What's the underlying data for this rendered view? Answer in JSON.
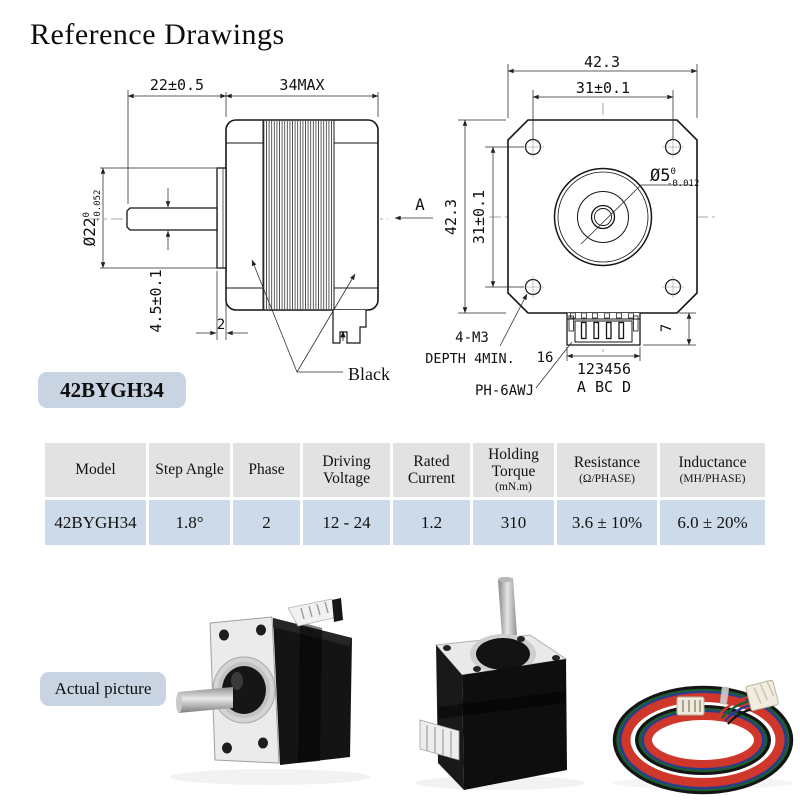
{
  "page": {
    "title": "Reference Drawings"
  },
  "side_view": {
    "shaft_length_dim": "22±0.5",
    "body_length_dim": "34MAX",
    "boss_dia": "Ø22",
    "boss_tol_upper": "0",
    "boss_tol_lower": "-0.052",
    "flat_dim": "4.5±0.1",
    "boss_thickness_dim": "2",
    "section_label": "A",
    "color_label": "Black"
  },
  "front_view": {
    "width_dim": "42.3",
    "hole_spacing_h": "31±0.1",
    "height_dim": "42.3",
    "hole_spacing_v": "31±0.1",
    "shaft_dia": "Ø5",
    "shaft_tol_upper": "0",
    "shaft_tol_lower": "-0.012",
    "screw_label": "4-M3",
    "screw_depth": "DEPTH 4MIN.",
    "connector_width_dim": "16",
    "connector_height_dim": "7",
    "connector_label": "PH-6AWJ",
    "pin_numbers": "123456",
    "pin_letters": "A BC D"
  },
  "model_badge": "42BYGH34",
  "actual_picture_badge": "Actual picture",
  "spec_table": {
    "columns": [
      {
        "label": "Model"
      },
      {
        "label": "Step Angle"
      },
      {
        "label": "Phase"
      },
      {
        "label": "Driving Voltage"
      },
      {
        "label": "Rated Current"
      },
      {
        "label": "Holding Torque",
        "sub": "(mN.m)"
      },
      {
        "label": "Resistance",
        "sub": "(Ω/PHASE)"
      },
      {
        "label": "Inductance",
        "sub": "(MH/PHASE)"
      }
    ],
    "row": [
      "42BYGH34",
      "1.8°",
      "2",
      "12 - 24",
      "1.2",
      "310",
      "3.6 ± 10%",
      "6.0 ± 20%"
    ]
  },
  "colors": {
    "badge_bg": "#c9d4e3",
    "table_header_bg": "#e2e2e2",
    "table_row_bg": "#cddae9",
    "drawing_line": "#151515",
    "cable_red": "#ce372a",
    "cable_blue": "#2b3a94",
    "cable_green": "#1c5e33"
  }
}
